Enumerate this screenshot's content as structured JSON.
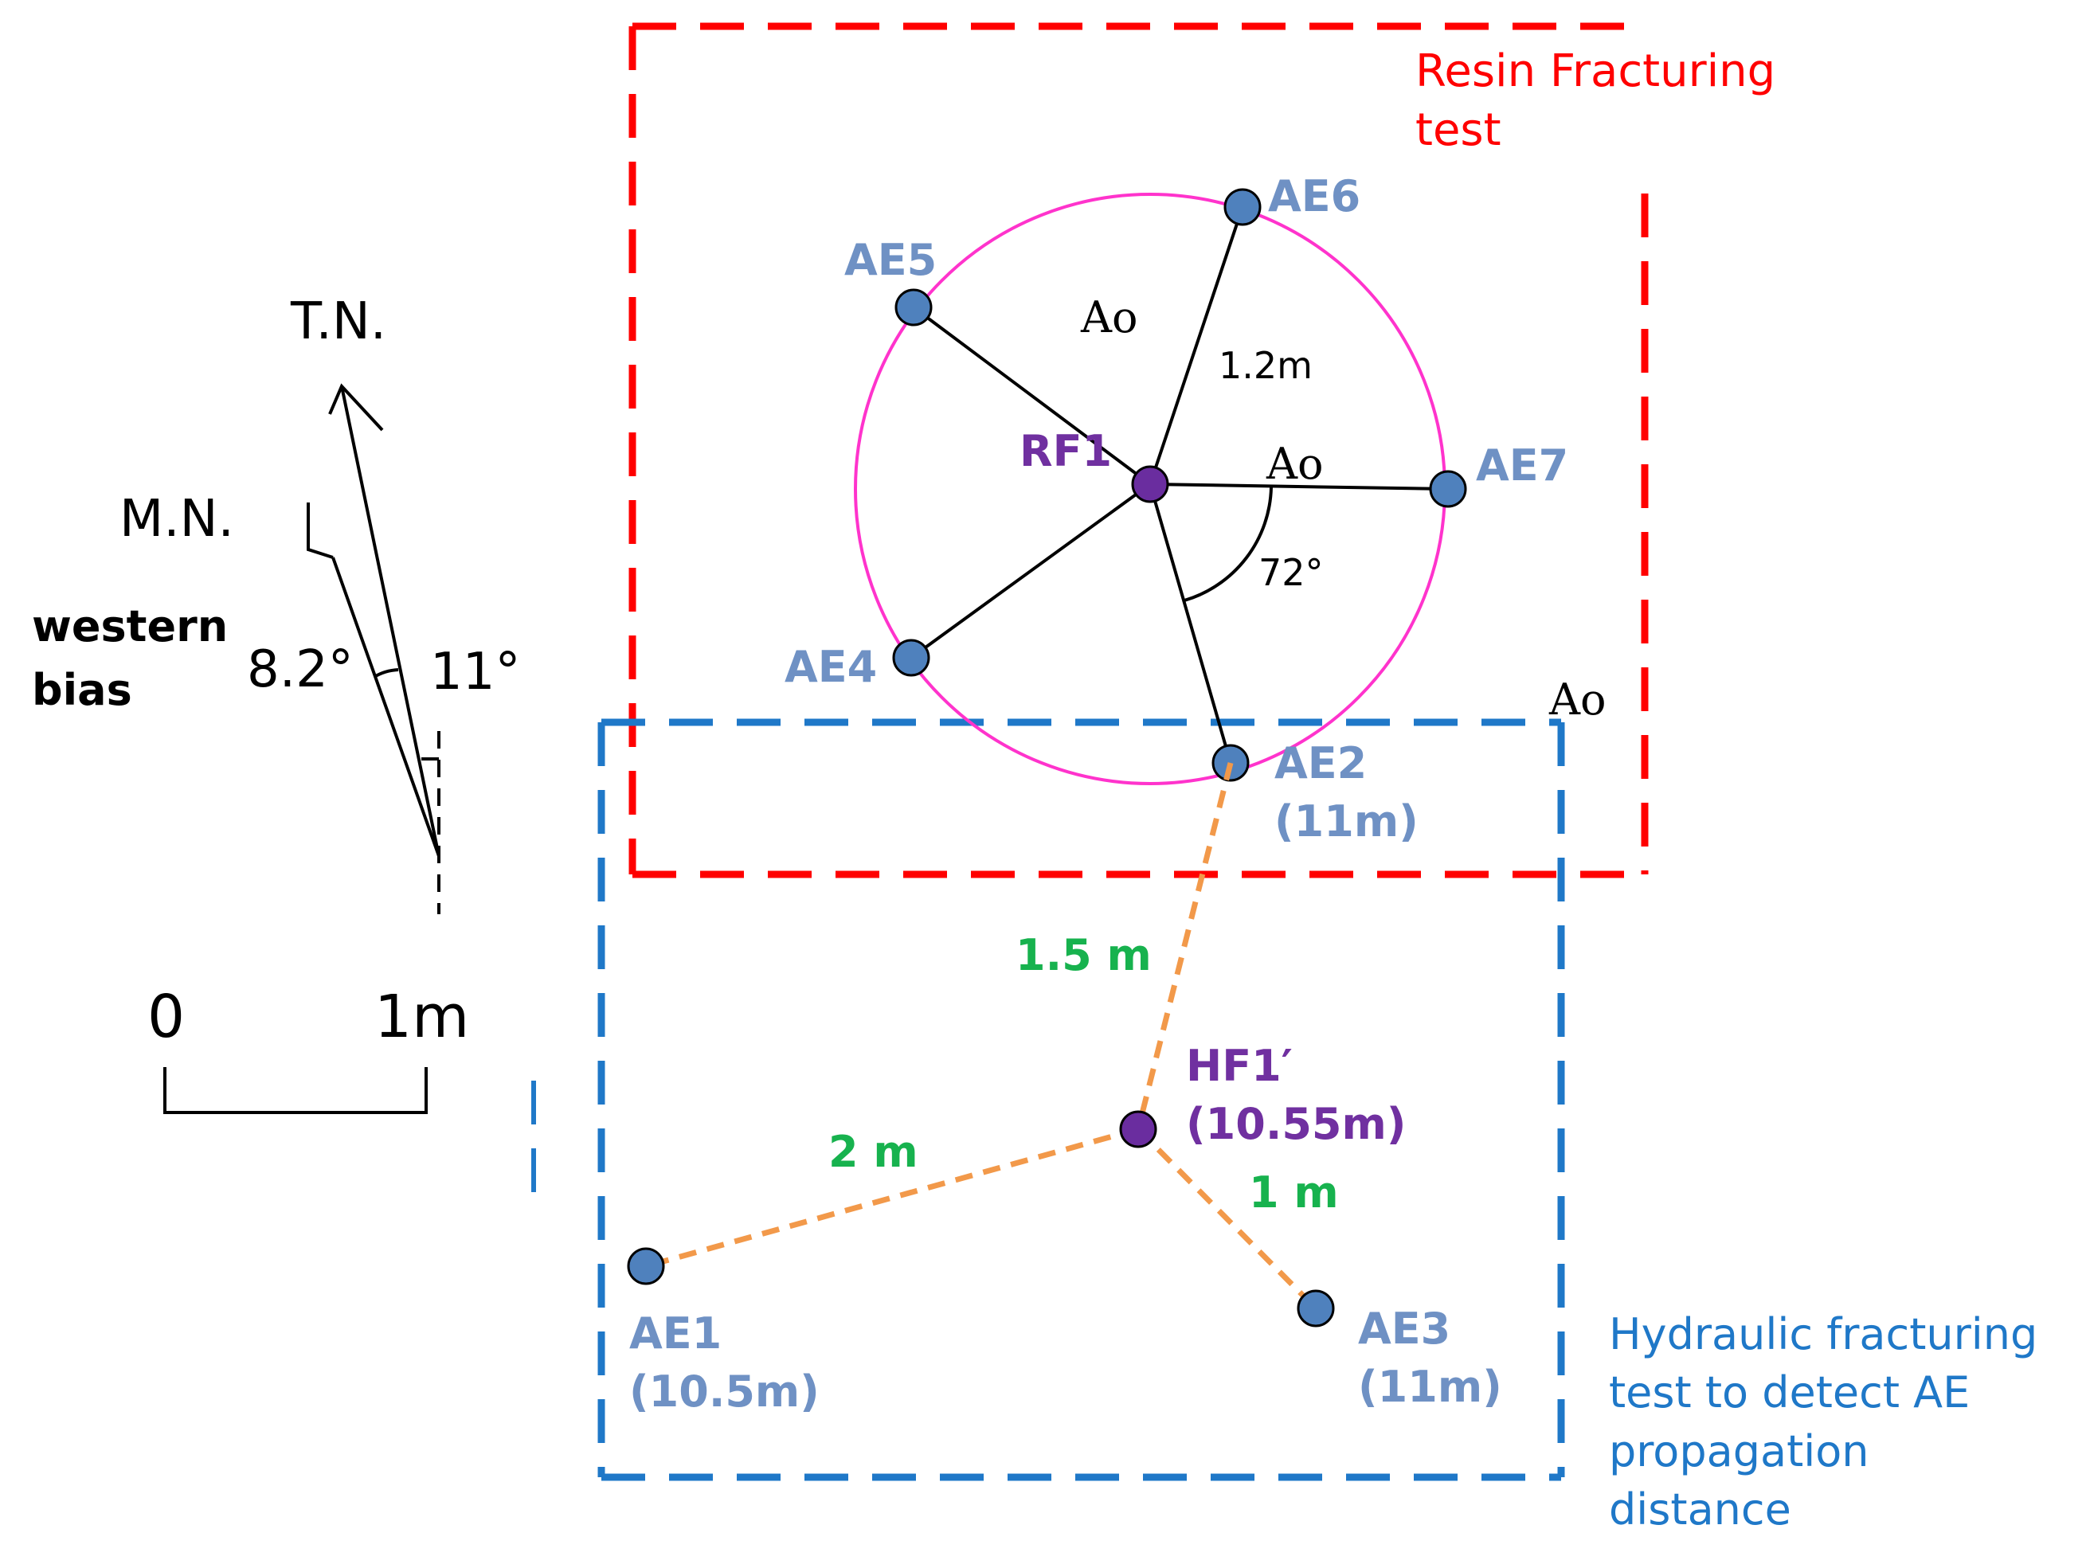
{
  "colors": {
    "red_box": "#ff0000",
    "blue_box": "#1f78c8",
    "sensor_fill": "#4f81bd",
    "sensor_label": "#6f91c4",
    "center_label": "#7030a0",
    "center_fill": "#6a2d9f",
    "circle": "#ff33cc",
    "orange_line": "#f2994a",
    "distance_green": "#17b24e",
    "box_caption_red": "#ff0000",
    "box_caption_blue": "#1f78c8",
    "ink": "#000000"
  },
  "boxes": {
    "resin_caption_line1": "Resin Fracturing",
    "resin_caption_line2": "test",
    "hydraulic_caption_line1": "Hydraulic fracturing",
    "hydraulic_caption_line2": "test to detect AE",
    "hydraulic_caption_line3": "propagation",
    "hydraulic_caption_line4": "distance"
  },
  "compass": {
    "true_north": "T.N.",
    "magnetic_north": "M.N.",
    "bias_line1": "western",
    "bias_line2": "bias",
    "declination": "8.2°",
    "angle": "11°"
  },
  "scale_bar": {
    "start": "0",
    "end": "1m"
  },
  "resin_layout": {
    "center": "RF1",
    "radius": "1.2m",
    "angle": "72°",
    "ao_marks": [
      "Ao",
      "Ao",
      "Ao"
    ],
    "sensors": [
      {
        "id": "AE6",
        "depth": ""
      },
      {
        "id": "AE5",
        "depth": ""
      },
      {
        "id": "AE7",
        "depth": ""
      },
      {
        "id": "AE4",
        "depth": ""
      },
      {
        "id": "AE2",
        "depth": "(11m)"
      }
    ]
  },
  "hydraulic_layout": {
    "center": "HF1′",
    "center_depth": "(10.55m)",
    "sensors": [
      {
        "id": "AE1",
        "depth": "(10.5m)",
        "distance": "2 m"
      },
      {
        "id": "AE2",
        "depth": "(11m)",
        "distance": "1.5 m"
      },
      {
        "id": "AE3",
        "depth": "(11m)",
        "distance": "1 m"
      }
    ]
  }
}
